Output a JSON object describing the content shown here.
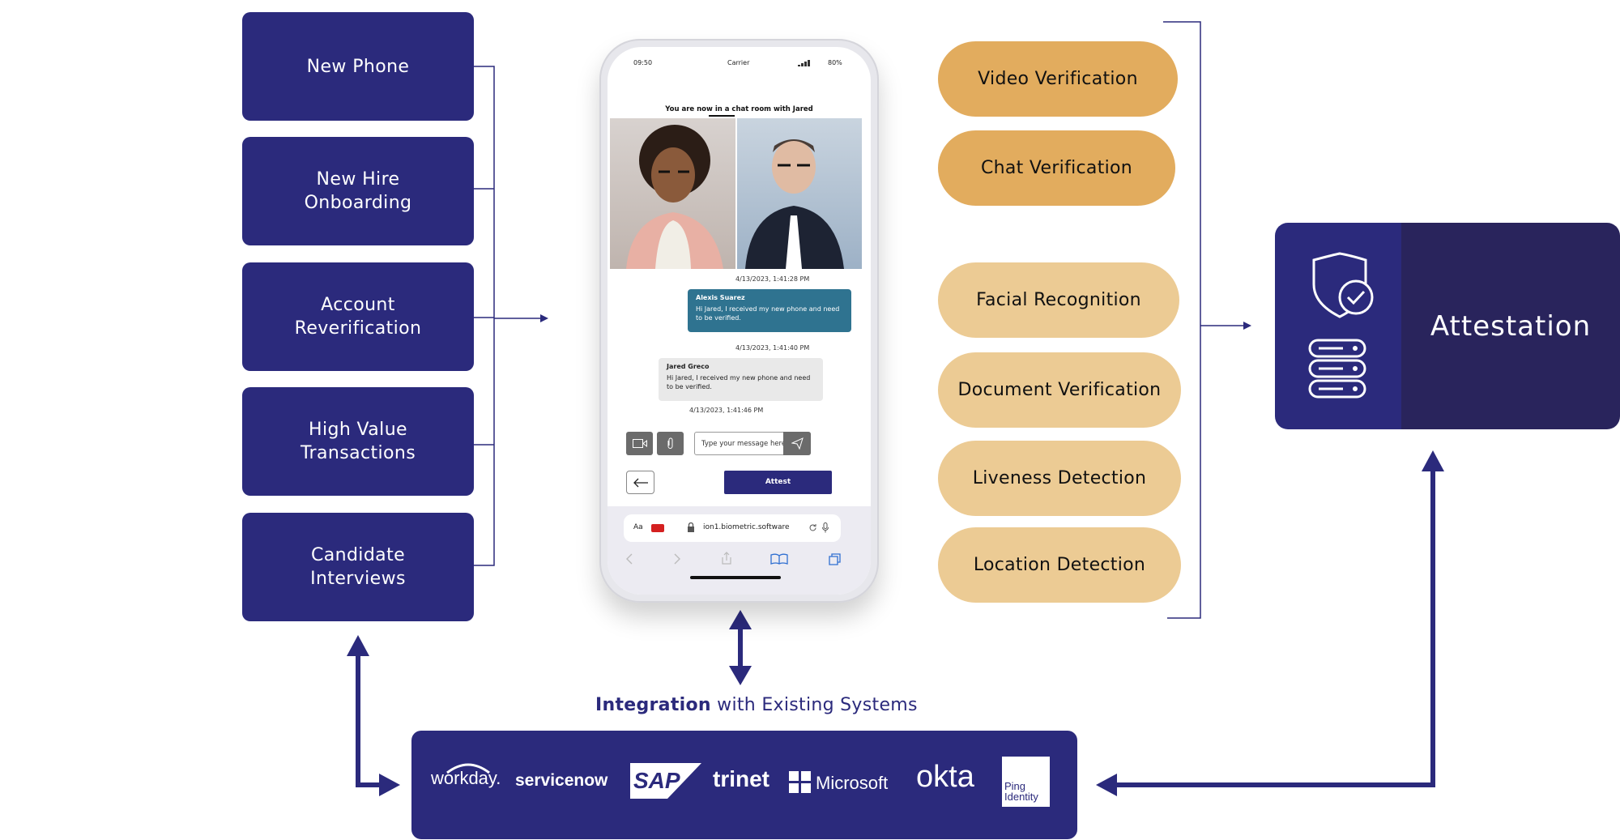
{
  "use_cases": [
    "New Phone",
    "New Hire\nOnboarding",
    "Account\nReverification",
    "High Value\nTransactions",
    "Candidate\nInterviews"
  ],
  "verification_methods": [
    {
      "label": "Video Verification",
      "color": "#e2ac5e"
    },
    {
      "label": "Chat Verification",
      "color": "#e2ac5e"
    },
    {
      "label": "Facial Recognition",
      "color": "#eccb94"
    },
    {
      "label": "Document Verification",
      "color": "#eccb94"
    },
    {
      "label": "Liveness Detection",
      "color": "#eccb94"
    },
    {
      "label": "Location Detection",
      "color": "#eccb94"
    }
  ],
  "attestation": {
    "label": "Attestation",
    "icons": [
      "shield-check-icon",
      "server-icon"
    ]
  },
  "integration": {
    "title_bold": "Integration",
    "title_rest": " with Existing Systems",
    "logos": [
      "workday.",
      "servicenow",
      "SAP",
      "trinet",
      "Microsoft",
      "okta",
      "Ping Identity"
    ]
  },
  "phone": {
    "time": "09:50",
    "carrier": "Carrier",
    "battery": "80%",
    "chat_header": "You are now in a chat room with Jared",
    "ts1": "4/13/2023, 1:41:28 PM",
    "msg1_name": "Alexis Suarez",
    "msg1_text": "Hi Jared, I received my new phone and need to be verified.",
    "ts2": "4/13/2023, 1:41:40 PM",
    "msg2_name": "Jared Greco",
    "msg2_text": "Hi Jared, I received my new phone and need to be verified.",
    "ts3": "4/13/2023, 1:41:46 PM",
    "input_placeholder": "Type your message here",
    "attest_button": "Attest",
    "aa": "Aa",
    "url": "ion1.biometric.software"
  },
  "colors": {
    "navy": "#2b2a7c",
    "dark_navy": "#29245c",
    "gold": "#e2ac5e",
    "sand": "#eccb94",
    "teal": "#2f7390"
  }
}
